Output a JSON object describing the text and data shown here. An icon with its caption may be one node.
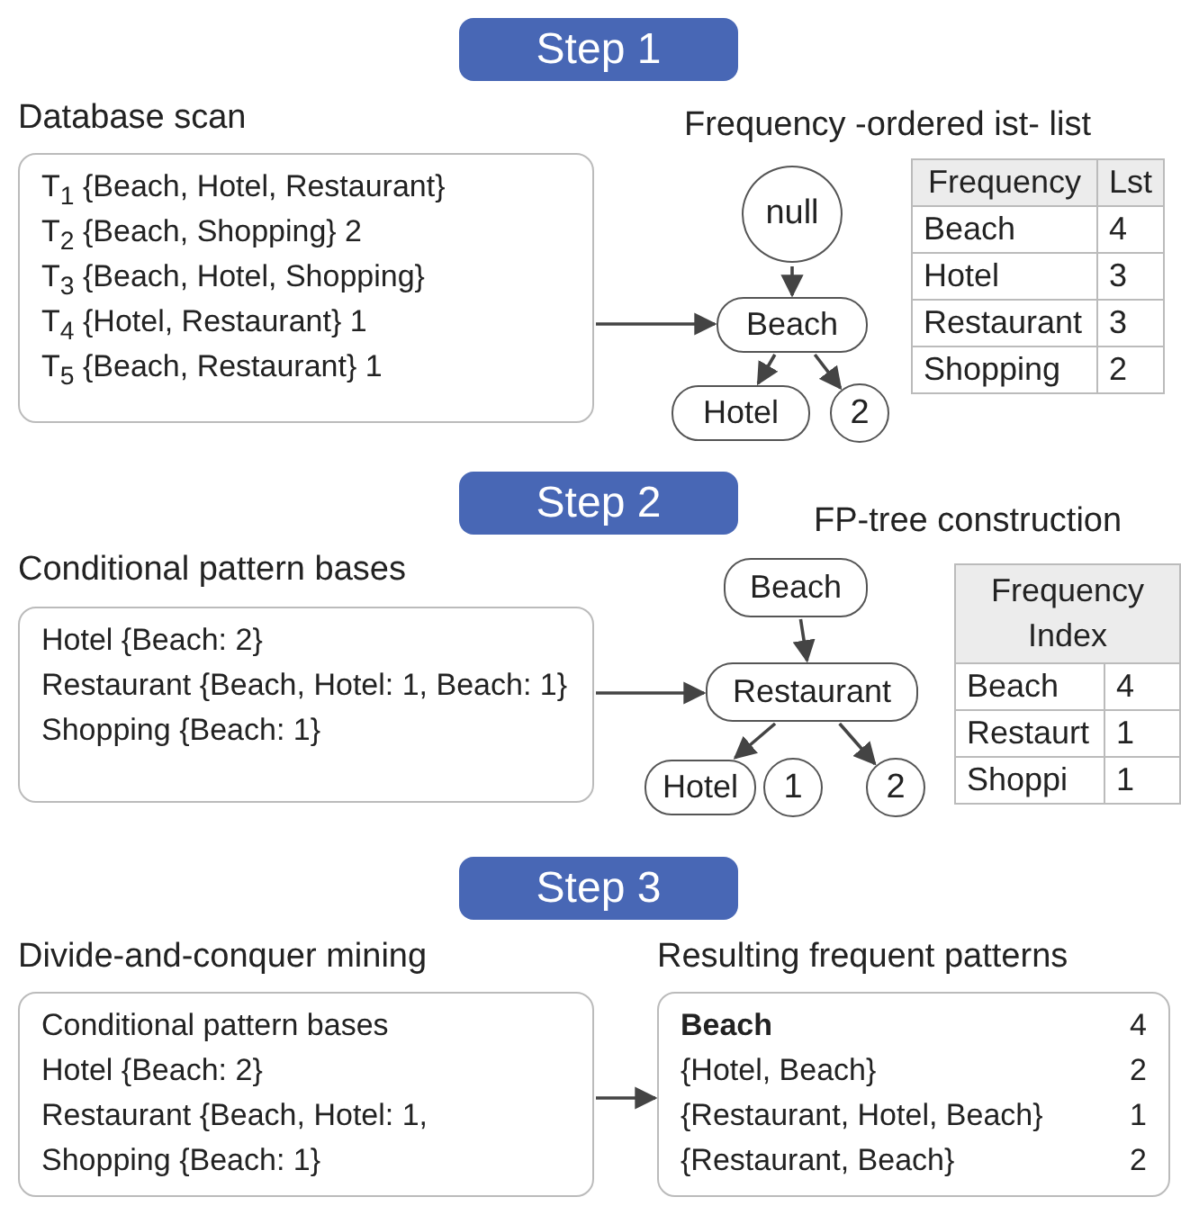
{
  "diagram": {
    "nodes": [
      {
        "text": [
          "Step 1"
        ]
      },
      {
        "text": [
          "Database scan",
          "T$_{1}$ {Beach, Hotel, Restaurant}",
          "T$_{2}$ {Beach, Shopping} 2",
          "T$_{3}$ {Beach, Hotel, Shopping}",
          "T$_{4}$ {Hotel, Restaurant} 1",
          "T$_{5}$ {Beach, Restaurant} 1"
        ]
      },
      {
        "text": [
          "null"
        ]
      },
      {
        "text": [
          "Beach"
        ]
      },
      {
        "text": [
          "Hotel"
        ]
      },
      {
        "text": [
          "2"
        ]
      },
      {
        "text": [
          "Step 2"
        ]
      },
      {
        "text": [
          "Conditional pattern bases",
          "Hotel {Beach: 2}",
          "Restaurant {Beach, Hotel: 1, Beach: 1}",
          "Shopping {Beach: 1}"
        ]
      },
      {
        "text": [
          "Beach"
        ]
      },
      {
        "text": [
          "Restaurant"
        ]
      },
      {
        "text": [
          "Hotel"
        ]
      },
      {
        "text": [
          "1"
        ]
      },
      {
        "text": [
          "2"
        ]
      },
      {
        "text": [
          "Step 3"
        ]
      },
      {
        "text": [
          "Divide-and-conquer mining",
          "Conditional pattern bases",
          "Hotel {Beach: 2}",
          "Restaurant {Beach, Hotel: 1,",
          "Shopping {Beach: 1}"
        ]
      },
      {
        "text": [
          "Resulting frequent patterns",
          "Beach",
          "4",
          "{Hotel, Beach}",
          "2",
          "{Restaurant, Hotel, Beach}",
          "1",
          "{Restaurant, Beach}",
          "2"
        ]
      }
    ],
    "edges": [
      {
        "from": 1,
        "to": 3,
        "arrow": "to"
      },
      {
        "from": 2,
        "to": 3,
        "arrow": "to"
      },
      {
        "from": 3,
        "to": 4,
        "arrow": "to"
      },
      {
        "from": 3,
        "to": 5,
        "arrow": "to"
      },
      {
        "from": 7,
        "to": 9,
        "arrow": "to"
      },
      {
        "from": 8,
        "to": 9,
        "arrow": "to"
      },
      {
        "from": 9,
        "to": 10,
        "arrow": "to"
      },
      {
        "from": 9,
        "to": 12,
        "arrow": "to"
      },
      {
        "from": 14,
        "to": 15,
        "arrow": "to"
      }
    ],
    "labels": [
      "Frequency -ordered ist- list",
      "Frequency",
      "Lst",
      "Beach",
      "4",
      "Hotel",
      "3",
      "Restaurant",
      "3",
      "Shopping",
      "2",
      "FP-tree construction",
      "Frequency Index",
      "Beach",
      "4",
      "Restaurt",
      "1",
      "Shoppi",
      "1"
    ]
  }
}
